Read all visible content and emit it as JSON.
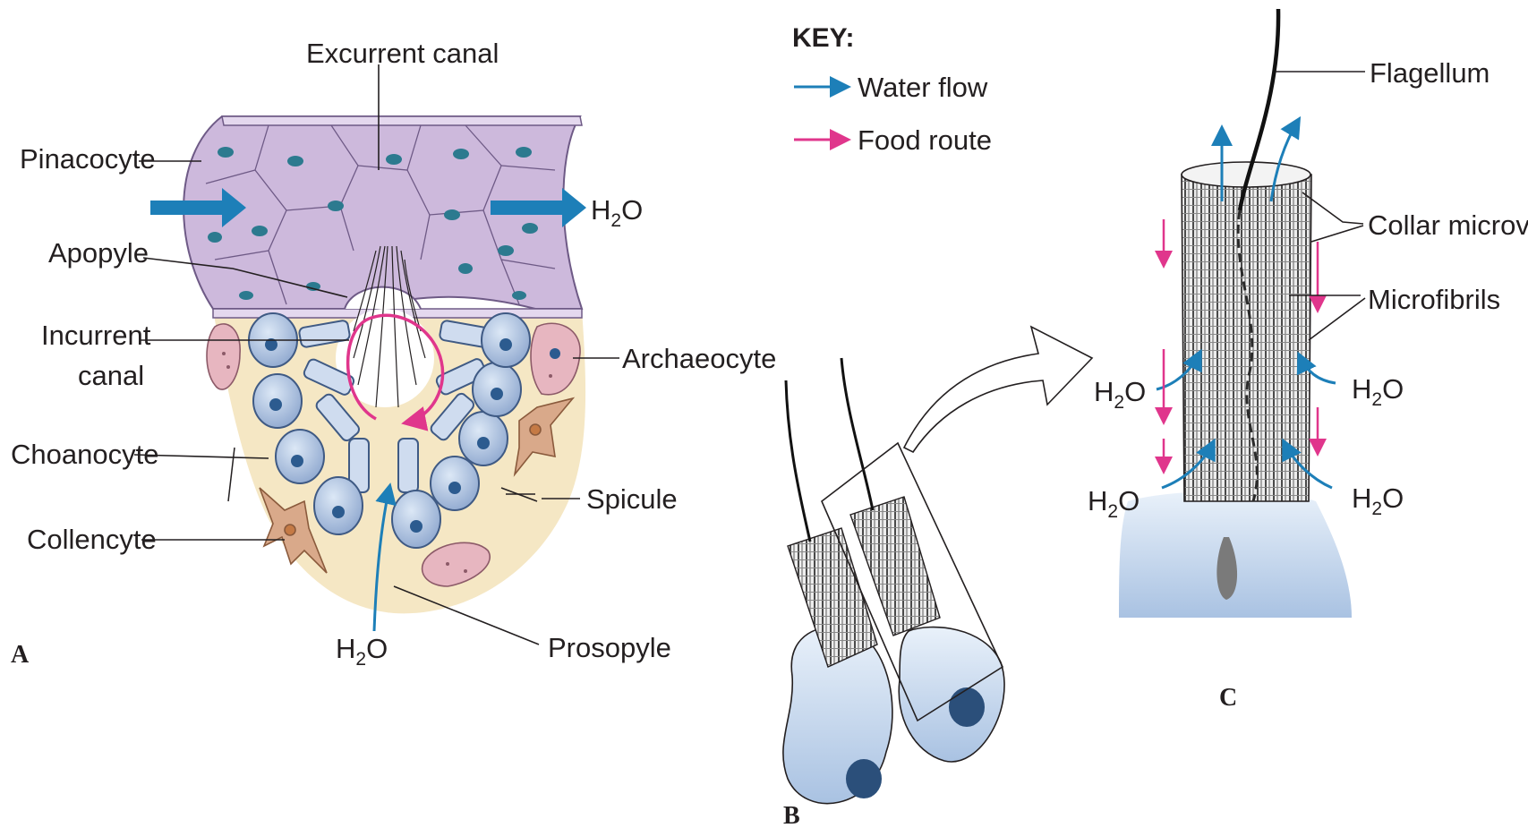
{
  "colors": {
    "water_flow": "#1d7fb8",
    "food_route": "#e0368c",
    "pinacocyte_layer": "#cdb9dc",
    "choanocyte": "#a9bedc",
    "mesohyl": "#f5e7c4",
    "archaeocyte": "#e7b6c0",
    "collencyte": "#d9a98a"
  },
  "key": {
    "title": "KEY:",
    "water_flow": "Water flow",
    "food_route": "Food route"
  },
  "panel_a": {
    "letter": "A",
    "labels": {
      "excurrent_canal": "Excurrent canal",
      "pinacocyte": "Pinacocyte",
      "apopyle": "Apopyle",
      "incurrent_canal_1": "Incurrent",
      "incurrent_canal_2": "canal",
      "choanocyte": "Choanocyte",
      "collencyte": "Collencyte",
      "archaeocyte": "Archaeocyte",
      "spicule": "Spicule",
      "prosopyle": "Prosopyle"
    },
    "h2o_out": {
      "main": "H",
      "sub": "2",
      "end": "O"
    },
    "h2o_in": {
      "main": "H",
      "sub": "2",
      "end": "O"
    }
  },
  "panel_b": {
    "letter": "B"
  },
  "panel_c": {
    "letter": "C",
    "labels": {
      "flagellum": "Flagellum",
      "collar_microvilli": "Collar microvilli",
      "microfibrils": "Microfibrils"
    },
    "h2o": {
      "main": "H",
      "sub": "2",
      "end": "O"
    }
  },
  "icons": [
    "water-flow-arrow-icon",
    "food-route-arrow-icon",
    "enlarge-arrow-icon"
  ]
}
